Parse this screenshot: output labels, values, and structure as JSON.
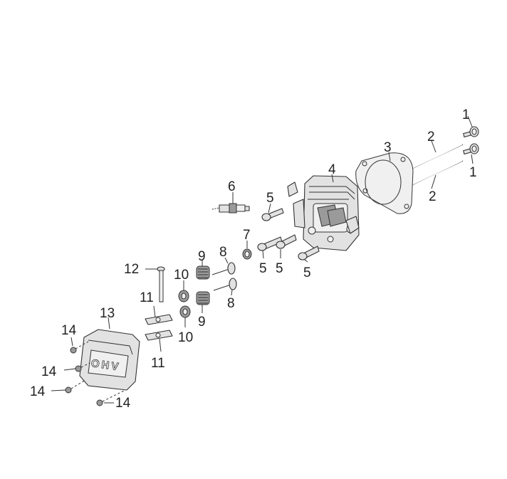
{
  "parts": {
    "bolt_1": "1",
    "stud_2": "2",
    "gasket": "3",
    "cylinder_head": "4",
    "bolt_5": "5",
    "spark_plug": "6",
    "valve_seal": "7",
    "valve": "8",
    "valve_spring": "9",
    "spring_retainer": "10",
    "rocker_arm": "11",
    "pushrod": "12",
    "head_cover": "13",
    "cover_bolt": "14"
  },
  "cover_marking": "OHV"
}
